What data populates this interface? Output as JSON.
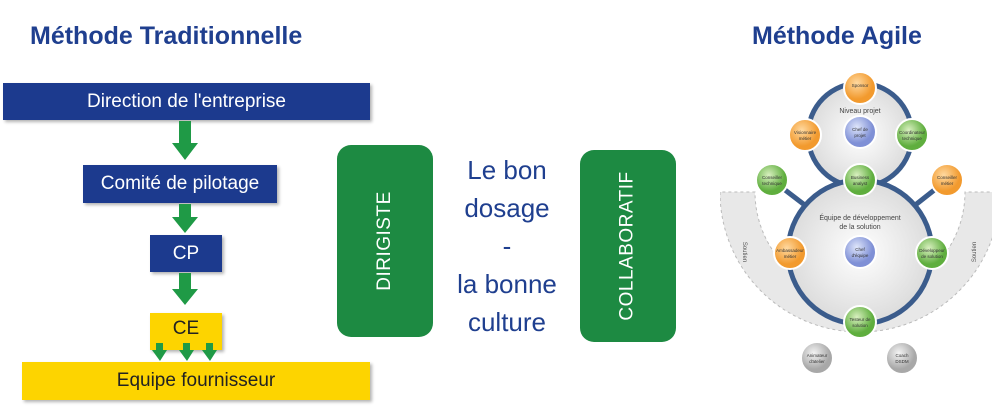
{
  "traditional": {
    "title": "Méthode Traditionnelle",
    "direction": "Direction de l'entreprise",
    "comite": "Comité de pilotage",
    "cp": "CP",
    "ce": "CE",
    "equipe": "Equipe fournisseur"
  },
  "middle": {
    "dirigiste": "DIRIGISTE",
    "collaboratif": "COLLABORATIF",
    "lines": [
      "Le bon",
      "dosage",
      "-",
      "la bonne",
      "culture"
    ]
  },
  "agile": {
    "title": "Méthode Agile",
    "niveau_projet": "Niveau projet",
    "equipe_dev_1": "Équipe de développement",
    "equipe_dev_2": "de la solution",
    "soutien": "Soutien",
    "nodes": {
      "sponsor": [
        "Sponsor"
      ],
      "chef_projet": [
        "Chef de",
        "projet"
      ],
      "visionnaire": [
        "Visionnaire",
        "métier"
      ],
      "coordinateur": [
        "Coordinateur",
        "technique"
      ],
      "business": [
        "Business",
        "analyst"
      ],
      "conseiller_tech": [
        "Conseiller",
        "technique"
      ],
      "conseiller_metier": [
        "Conseiller",
        "métier"
      ],
      "chef_equipe": [
        "Chef",
        "d'équipe"
      ],
      "ambassadeur": [
        "Ambassadeur",
        "métier"
      ],
      "developpeur": [
        "Développeur",
        "de solution"
      ],
      "testeur": [
        "Testeur de",
        "solution"
      ],
      "animateur": [
        "Animateur",
        "d'atelier"
      ],
      "coach": [
        "Coach",
        "DSDM"
      ]
    }
  },
  "colors": {
    "navy": "#1c3a8e",
    "yellow": "#fdd400",
    "green": "#1d8a42",
    "arrow": "#1f9a46"
  }
}
